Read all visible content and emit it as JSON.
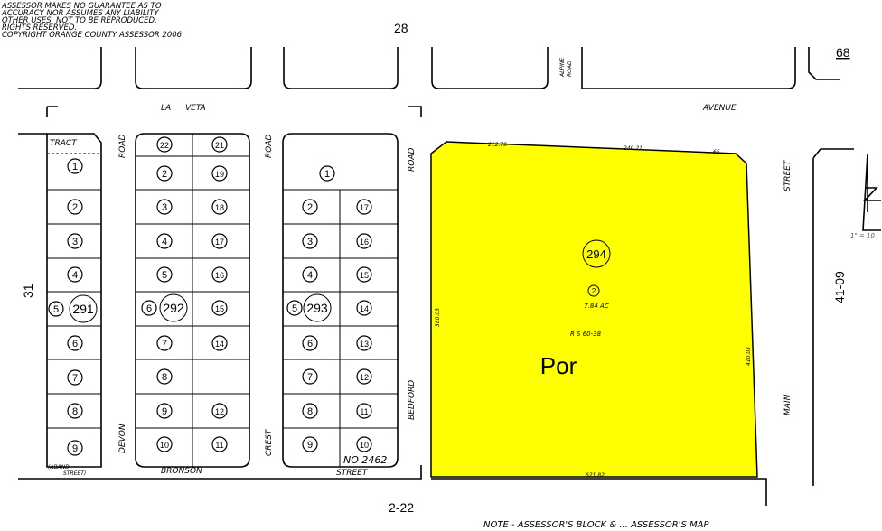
{
  "disclaimer": [
    "ASSESSOR MAKES NO GUARANTEE AS TO",
    "ACCURACY NOR ASSUMES ANY LIABILITY",
    "OTHER USES.  NOT TO BE REPRODUCED.",
    "RIGHTS RESERVED.",
    "COPYRIGHT ORANGE COUNTY ASSESSOR 2006"
  ],
  "page_refs": {
    "top": "28",
    "left": "31",
    "bottom": "2-22",
    "right": "41-09",
    "top_right": "68"
  },
  "streets": {
    "la": "LA",
    "veta": "VETA",
    "avenue": "AVENUE",
    "road1": "ROAD",
    "devon": "DEVON",
    "road2": "ROAD",
    "crest": "CREST",
    "road3": "ROAD",
    "bedford": "BEDFORD",
    "alpine": "ALPINE",
    "road4": "ROAD",
    "bronson": "BRONSON",
    "street": "STREET",
    "main": "MAIN",
    "street2": "STREET",
    "tract": "TRACT",
    "aband": "(ABAND",
    "aband2": "STREET)",
    "tract_no": "NO 2462"
  },
  "scale": "1\" = 10",
  "note": "NOTE - ASSESSOR'S BLOCK & ... ASSESSOR'S MAP",
  "blocks": [
    {
      "id": "291",
      "lots": [
        [
          "1",
          83,
          184
        ],
        [
          "2",
          83,
          229
        ],
        [
          "3",
          83,
          267
        ],
        [
          "4",
          83,
          304
        ],
        [
          "5",
          62,
          342
        ],
        [
          "6",
          83,
          380
        ],
        [
          "7",
          83,
          418
        ],
        [
          "8",
          83,
          455
        ],
        [
          "9",
          83,
          496
        ]
      ]
    },
    {
      "id": "292",
      "lots": [
        [
          "22",
          182,
          160
        ],
        [
          "21",
          243,
          160
        ],
        [
          "2",
          182,
          192
        ],
        [
          "19",
          243,
          192
        ],
        [
          "3",
          182,
          229
        ],
        [
          "18",
          243,
          229
        ],
        [
          "4",
          182,
          267
        ],
        [
          "17",
          243,
          267
        ],
        [
          "5",
          182,
          304
        ],
        [
          "16",
          243,
          304
        ],
        [
          "6",
          165,
          341
        ],
        [
          "15",
          243,
          341
        ],
        [
          "7",
          182,
          380
        ],
        [
          "14",
          243,
          380
        ],
        [
          "8",
          182,
          417
        ],
        [
          "9",
          182,
          455
        ],
        [
          "12",
          243,
          455
        ],
        [
          "10",
          182,
          492
        ],
        [
          "11",
          243,
          492
        ]
      ]
    },
    {
      "id": "293",
      "lots": [
        [
          "1",
          362,
          192
        ],
        [
          "2",
          343,
          229
        ],
        [
          "17",
          403,
          229
        ],
        [
          "3",
          343,
          267
        ],
        [
          "16",
          403,
          267
        ],
        [
          "4",
          343,
          304
        ],
        [
          "15",
          403,
          304
        ],
        [
          "5",
          326,
          341
        ],
        [
          "14",
          403,
          341
        ],
        [
          "6",
          343,
          380
        ],
        [
          "13",
          403,
          380
        ],
        [
          "7",
          343,
          417
        ],
        [
          "12",
          403,
          417
        ],
        [
          "8",
          343,
          455
        ],
        [
          "11",
          403,
          455
        ],
        [
          "9",
          343,
          492
        ],
        [
          "10",
          403,
          492
        ]
      ]
    }
  ],
  "parcel": {
    "block": "294",
    "lot": "2",
    "area": "7.84 AC",
    "survey": "R S 60-38",
    "label": "Por",
    "highlight": "#ffff00",
    "dims": {
      "top1": "212.79",
      "top2": "240.21",
      "bottom": "621.82",
      "right": "410.03",
      "left": "380.03",
      "corner": "65"
    }
  }
}
